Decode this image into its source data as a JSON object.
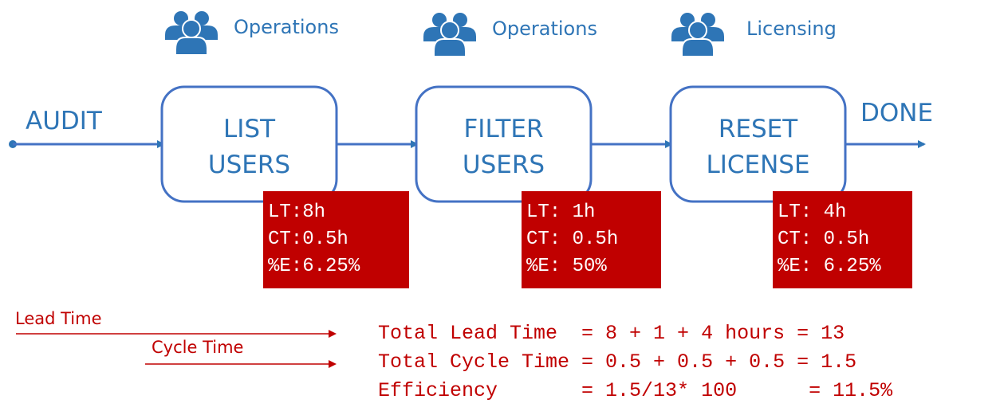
{
  "flow": {
    "start_label": "AUDIT",
    "end_label": "DONE"
  },
  "steps": [
    {
      "team": "Operations",
      "name_line1": "LIST",
      "name_line2": "USERS",
      "lt": "LT:8h",
      "ct": "CT:0.5h",
      "pe": "%E:6.25%"
    },
    {
      "team": "Operations",
      "name_line1": "FILTER",
      "name_line2": "USERS",
      "lt": "LT: 1h",
      "ct": "CT: 0.5h",
      "pe": "%E: 50%"
    },
    {
      "team": "Licensing",
      "name_line1": "RESET",
      "name_line2": "LICENSE",
      "lt": "LT: 4h",
      "ct": "CT: 0.5h",
      "pe": "%E: 6.25%"
    }
  ],
  "legend": {
    "lead_time": "Lead Time",
    "cycle_time": "Cycle Time"
  },
  "summary": {
    "line1": "Total Lead Time  = 8 + 1 + 4 hours = 13",
    "line2": "Total Cycle Time = 0.5 + 0.5 + 0.5 = 1.5",
    "line3": "Efficiency       = 1.5/13* 100      = 11.5%"
  },
  "colors": {
    "blue": "#4472c4",
    "icon_blue": "#2e75b6",
    "text_blue": "#2e75b6",
    "metric_red": "#c00000",
    "summary_red": "#c00000"
  }
}
